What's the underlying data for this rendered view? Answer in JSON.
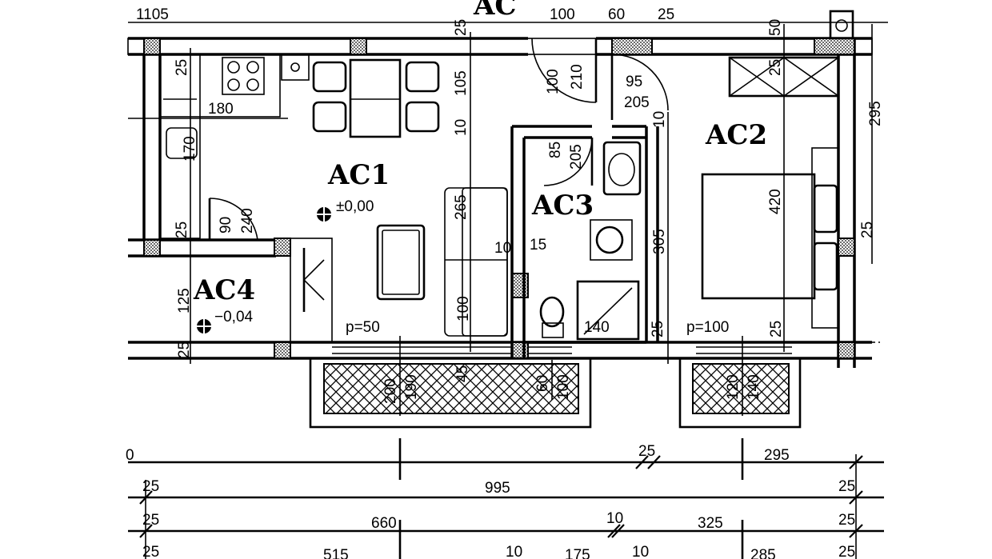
{
  "rooms": {
    "ac1": "AC1",
    "ac2": "AC2",
    "ac3": "AC3",
    "ac4": "AC4",
    "ac_top": "AC"
  },
  "levels": {
    "ac1": "±0,00",
    "ac4": "−0,04"
  },
  "window_labels": {
    "ac1": "p=50",
    "ac2": "p=100"
  },
  "dimensions": {
    "top_left": "1105",
    "top_100": "100",
    "top_60": "60",
    "top_25": "25",
    "top_50": "50",
    "top_25b": "25",
    "top_25c": "25",
    "kitchen_25": "25",
    "kitchen_180": "180",
    "d_105": "105",
    "d_10a": "10",
    "d_100": "100",
    "d_210": "210",
    "d_95": "95",
    "d_205a": "205",
    "d_10b": "10",
    "d_85": "85",
    "d_205b": "205",
    "d_170": "170",
    "d_265": "265",
    "d_295": "295",
    "d_420": "420",
    "d_25_right": "25",
    "d_25_left": "25",
    "d_90": "90",
    "d_240": "240",
    "d_10c": "10",
    "d_15": "15",
    "d_305": "305",
    "d_125": "125",
    "d_25_bl": "25",
    "d_100b": "100",
    "d_140a": "140",
    "d_25_ac2l": "25",
    "d_25_ac2r": "25",
    "b_200": "200",
    "b_190": "190",
    "b_45": "45",
    "b_60": "60",
    "b_100": "100",
    "b_120": "120",
    "b_140": "140",
    "r1_0": "0",
    "r1_25": "25",
    "r1_295": "295",
    "r2_25a": "25",
    "r2_995": "995",
    "r2_25b": "25",
    "r3_25a": "25",
    "r3_660": "660",
    "r3_10": "10",
    "r3_325": "325",
    "r3_25b": "25",
    "r4_25a": "25",
    "r4_515": "515",
    "r4_10a": "10",
    "r4_175": "175",
    "r4_10b": "10",
    "r4_285": "285",
    "r4_25b": "25"
  }
}
